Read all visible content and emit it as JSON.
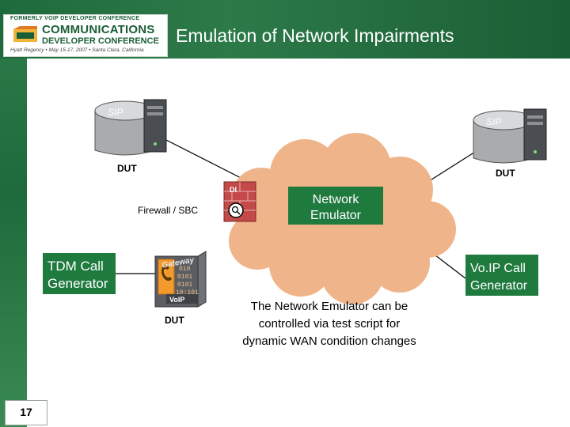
{
  "header": {
    "logo_top": "FORMERLY VOIP DEVELOPER CONFERENCE",
    "logo_line1": "COMMUNICATIONS",
    "logo_line2": "DEVELOPER CONFERENCE",
    "logo_line3": "Hyatt Regency • May 15-17, 2007 • Santa Clara, California",
    "title": "Emulation of Network Impairments"
  },
  "diagram": {
    "server_left_text": "SIP",
    "server_right_text": "SIP",
    "dut_left": "DUT",
    "dut_right": "DUT",
    "firewall_label": "Firewall / SBC",
    "firewall_tag": "DI",
    "network_emulator_line1": "Network",
    "network_emulator_line2": "Emulator",
    "tdm_line1": "TDM Call",
    "tdm_line2": "Generator",
    "voip_line1": "Vo.IP Call",
    "voip_line2": "Generator",
    "gateway_tag": "Gateway",
    "gateway_voip": "VoIP",
    "gateway_binary": [
      "010",
      "0101",
      "0101",
      "10:101"
    ],
    "dut_gateway": "DUT",
    "note_line1": "The Network Emulator can be",
    "note_line2": "controlled via test script for",
    "note_line3": "dynamic WAN condition changes"
  },
  "footer": {
    "slide_number": "17"
  },
  "colors": {
    "brand_green": "#1f6a3c",
    "box_green": "#1f7a3e",
    "cloud": "#f0b48a",
    "firewall": "#c44a4a"
  }
}
